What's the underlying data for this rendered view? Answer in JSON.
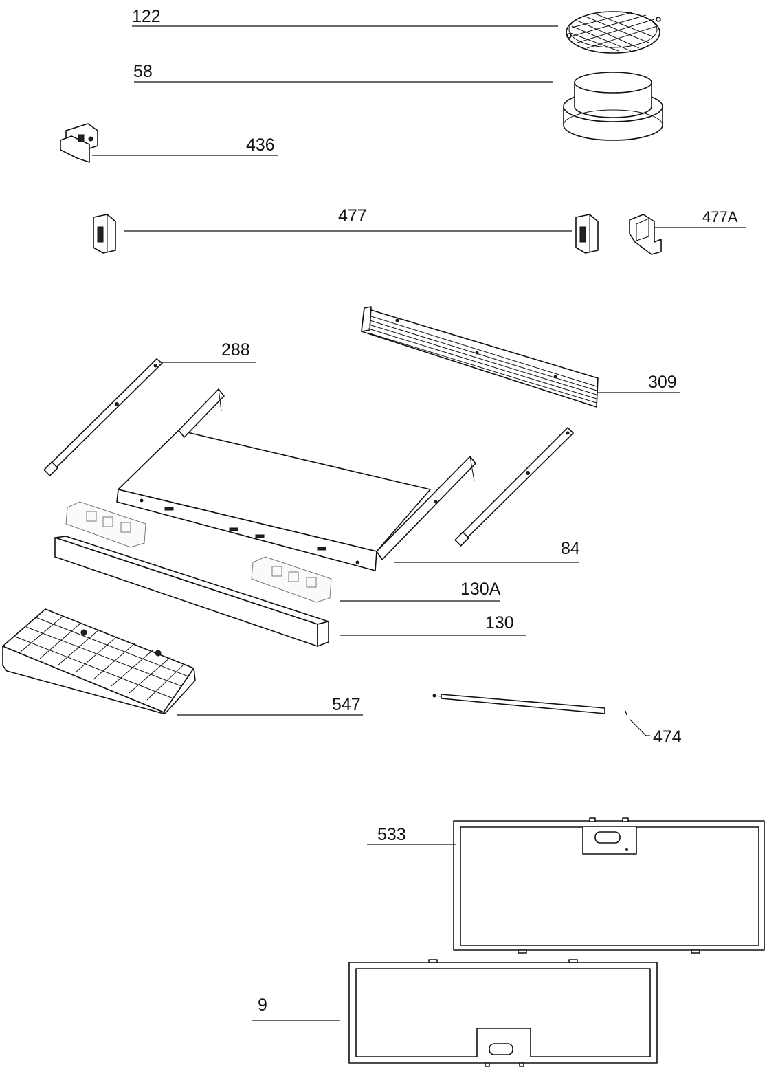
{
  "parts": [
    {
      "id": "p122",
      "name": "part-label-122",
      "label": "122"
    },
    {
      "id": "p58",
      "name": "part-label-58",
      "label": "58"
    },
    {
      "id": "p436",
      "name": "part-label-436",
      "label": "436"
    },
    {
      "id": "p477",
      "name": "part-label-477",
      "label": "477"
    },
    {
      "id": "p477A",
      "name": "part-label-477a",
      "label": "477A"
    },
    {
      "id": "p288",
      "name": "part-label-288",
      "label": "288"
    },
    {
      "id": "p309",
      "name": "part-label-309",
      "label": "309"
    },
    {
      "id": "p84",
      "name": "part-label-84",
      "label": "84"
    },
    {
      "id": "p130A",
      "name": "part-label-130a",
      "label": "130A"
    },
    {
      "id": "p130",
      "name": "part-label-130",
      "label": "130"
    },
    {
      "id": "p547",
      "name": "part-label-547",
      "label": "547"
    },
    {
      "id": "p474",
      "name": "part-label-474",
      "label": "474"
    },
    {
      "id": "p533",
      "name": "part-label-533",
      "label": "533"
    },
    {
      "id": "p9",
      "name": "part-label-9",
      "label": "9"
    }
  ]
}
